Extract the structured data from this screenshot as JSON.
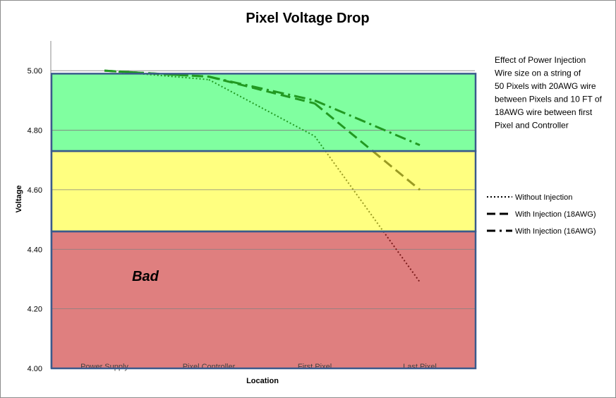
{
  "chart_data": {
    "type": "line",
    "title": "Pixel Voltage Drop",
    "xlabel": "Location",
    "ylabel": "Voltage",
    "categories": [
      "Power Supply",
      "Pixel Controller",
      "First Pixel",
      "Last Pixel"
    ],
    "ylim": [
      4.0,
      5.1
    ],
    "yticks": [
      "4.00",
      "4.20",
      "4.40",
      "4.60",
      "4.80",
      "5.00"
    ],
    "grid": true,
    "legend_position": "right",
    "series": [
      {
        "name": "Without Injection",
        "style": "dotted",
        "values": [
          5.0,
          4.97,
          4.78,
          4.29
        ]
      },
      {
        "name": "With Injection (18AWG)",
        "style": "dashed",
        "values": [
          5.0,
          4.98,
          4.89,
          4.6
        ]
      },
      {
        "name": "With Injection (16AWG)",
        "style": "dash-dot",
        "values": [
          5.0,
          4.98,
          4.9,
          4.75
        ]
      }
    ],
    "zones": [
      {
        "name": "good",
        "from": 4.73,
        "to": 4.99,
        "color": "#80ffa0"
      },
      {
        "name": "warning",
        "from": 4.46,
        "to": 4.73,
        "color": "#ffff80"
      },
      {
        "name": "bad",
        "label": "Bad",
        "from": 4.0,
        "to": 4.46,
        "color": "#df7f7f"
      }
    ],
    "annotation": [
      "Effect of Power Injection",
      "Wire size  on a string of",
      "50 Pixels  with 20AWG wire",
      "between Pixels and 10 FT of",
      "18AWG wire between first",
      "Pixel and Controller"
    ],
    "colors": {
      "zone_border": "#3a5a8c",
      "gridline": "#808080",
      "green_line": "#229922",
      "yellow_line": "#9a9a22",
      "red_line": "#7a1a1a",
      "legend_line": "#000000"
    }
  }
}
